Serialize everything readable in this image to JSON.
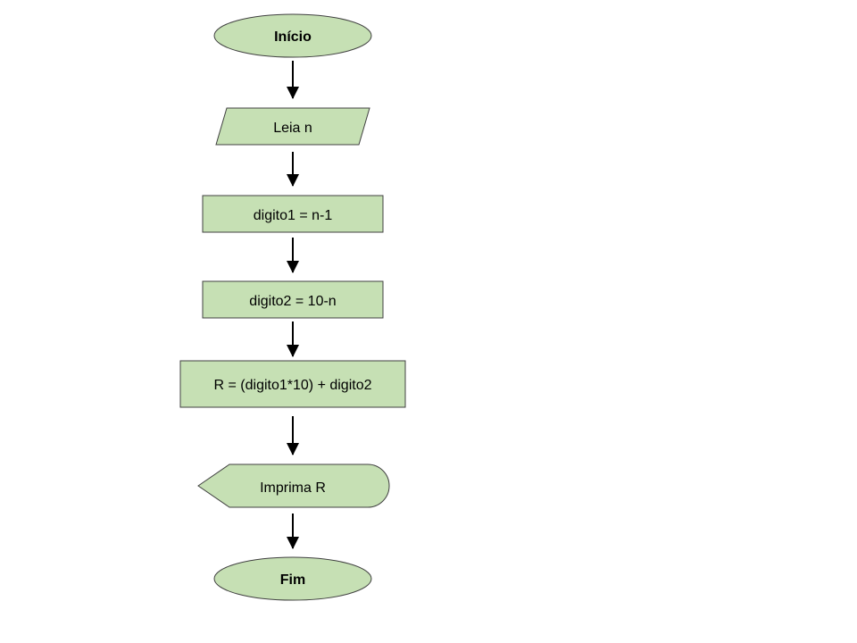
{
  "colors": {
    "node_fill": "#c6e0b4",
    "node_stroke": "#404040",
    "arrow": "#000000",
    "background": "#ffffff"
  },
  "flowchart": {
    "start": {
      "label": "Início",
      "shape": "terminator-ellipse"
    },
    "input": {
      "label": "Leia n",
      "shape": "parallelogram"
    },
    "step1": {
      "label": "digito1 = n-1",
      "shape": "process-rectangle"
    },
    "step2": {
      "label": "digito2 = 10-n",
      "shape": "process-rectangle"
    },
    "step3": {
      "label": "R = (digito1*10) + digito2",
      "shape": "process-rectangle"
    },
    "output": {
      "label": "Imprima R",
      "shape": "display"
    },
    "end": {
      "label": "Fim",
      "shape": "terminator-ellipse"
    }
  }
}
